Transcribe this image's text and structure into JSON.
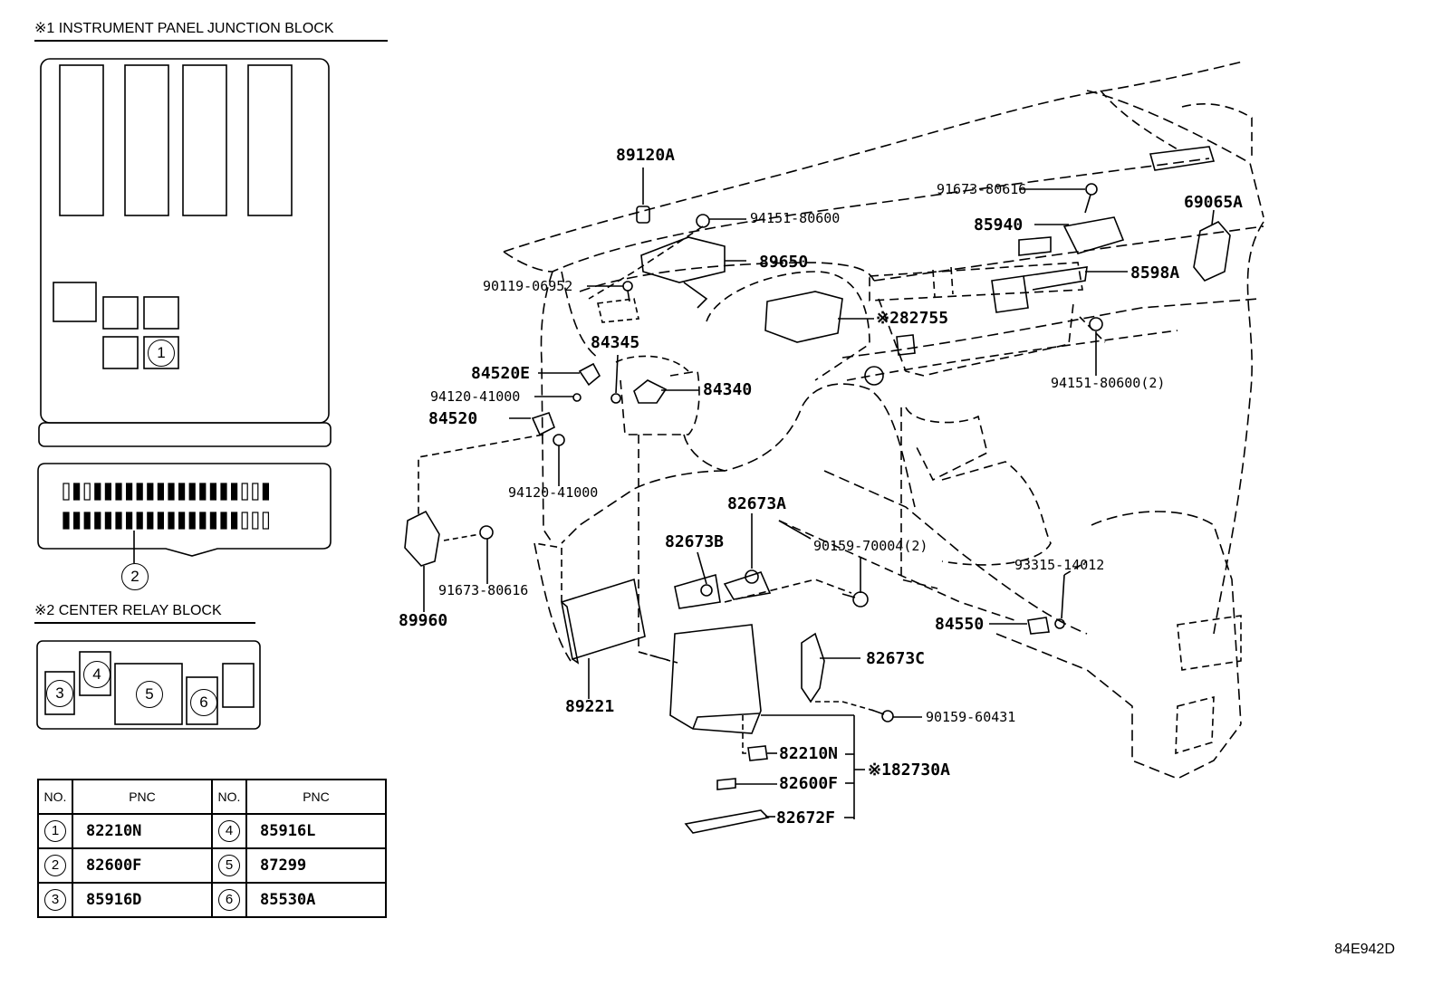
{
  "junction_block": {
    "title": "※1 INSTRUMENT PANEL JUNCTION BLOCK"
  },
  "relay_block": {
    "title": "※2 CENTER RELAY BLOCK"
  },
  "callouts": {
    "c1": "1",
    "c2": "2",
    "c3": "3",
    "c4": "4",
    "c5": "5",
    "c6": "6"
  },
  "table": {
    "header": {
      "no1": "NO.",
      "pnc1": "PNC",
      "no2": "NO.",
      "pnc2": "PNC"
    },
    "rows": [
      {
        "no1": "1",
        "pnc1": "82210N",
        "no2": "4",
        "pnc2": "85916L"
      },
      {
        "no1": "2",
        "pnc1": "82600F",
        "no2": "5",
        "pnc2": "87299"
      },
      {
        "no1": "3",
        "pnc1": "85916D",
        "no2": "6",
        "pnc2": "85530A"
      }
    ]
  },
  "parts": {
    "p89120A": "89120A",
    "p94151_80600": "94151-80600",
    "p89650": "89650",
    "p90119_06952": "90119-06952",
    "p82755": "※282755",
    "p84345": "84345",
    "p84520E": "84520E",
    "p94120_41000a": "94120-41000",
    "p84340": "84340",
    "p84520": "84520",
    "p94120_41000b": "94120-41000",
    "p89960": "89960",
    "p91673_80616a": "91673-80616",
    "p91673_80616b": "91673-80616",
    "p85940": "85940",
    "p69065A": "69065A",
    "p8598A": "8598A",
    "p94151_80600_2": "94151-80600(2)",
    "p82673A": "82673A",
    "p82673B": "82673B",
    "p90159_70004": "90159-70004(2)",
    "p93315_14012": "93315-14012",
    "p84550": "84550",
    "p89221": "89221",
    "p82673C": "82673C",
    "p90159_60431": "90159-60431",
    "p82210N": "82210N",
    "p82730A": "※182730A",
    "p82600F": "82600F",
    "p82672F": "82672F"
  },
  "figure_code": "84E942D"
}
